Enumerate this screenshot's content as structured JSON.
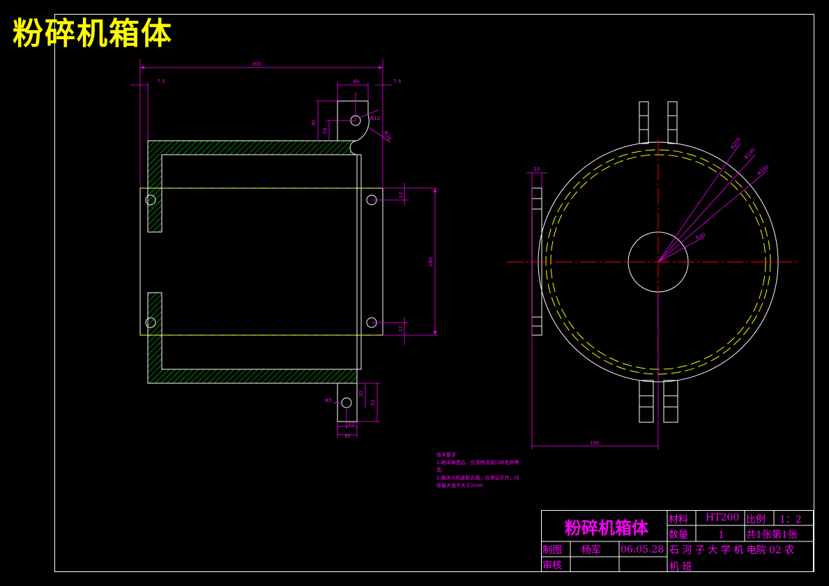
{
  "drawing_title": "粉碎机箱体",
  "front_view": {
    "dimensions": {
      "overall_width": "300",
      "left_offset": "7.5",
      "right_offset": "7.5",
      "top_lug_width": "40",
      "top_lug_height": "40",
      "top_lug_center": "20",
      "top_hole": "Φ12",
      "top_radius": "R20",
      "hole_spacing": "180",
      "upper_hole_offset": "12",
      "lower_hole_offset": "12",
      "bottom_lug_hole": "Φ5",
      "bottom_lug_height_a": "20",
      "bottom_lug_height_b": "32",
      "bottom_lug_width": "30",
      "bottom_lug_center": "10"
    }
  },
  "side_view": {
    "dimensions": {
      "flange_width": "10",
      "outer_radius": "R200",
      "mid_radius": "R190",
      "inner_radius": "R180",
      "center_hole": "R40",
      "horizontal_extent": "180"
    }
  },
  "technical_notes": [
    "技术要求",
    "1.箱体铸造后，应清除浇冒口和毛刺等",
    "质。",
    "2.箱体与机座配合面，应保证平齐，间",
    "隙最大值不大于2mm"
  ],
  "title_block": {
    "part_name": "粉碎机箱体",
    "material_label": "材料",
    "material_value": "HT200",
    "scale_label": "比例",
    "scale_value": "1：2",
    "quantity_label": "数量",
    "quantity_value": "1",
    "sheet_info": "共1张第1张",
    "drawn_label": "制图",
    "drawn_by": "杨军",
    "drawn_date": "06.05.28",
    "checked_label": "审核",
    "organization": "石 河 子 大 学 机 电院 02 农",
    "organization_2": "机 班"
  },
  "colors": {
    "background": "#000000",
    "outline": "#ffffff",
    "dimension": "#ff00ff",
    "centerline": "#ff0000",
    "hidden": "#ffff00",
    "hatch": "#00ff00",
    "title_text": "#ffff00"
  }
}
